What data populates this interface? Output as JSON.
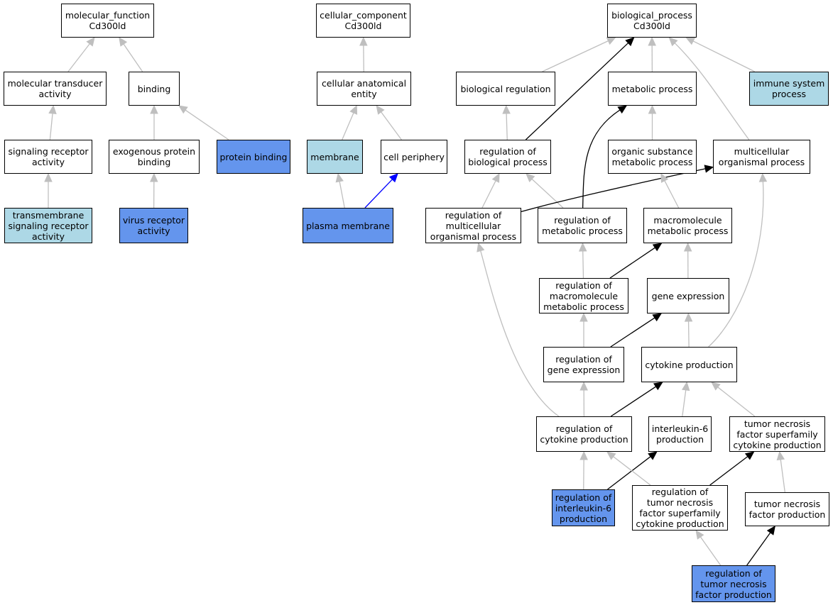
{
  "colors": {
    "default": "#ffffff",
    "light": "#add8e6",
    "dark": "#6495ed",
    "edge_gray": "#bfbfbf",
    "edge_black": "#000000",
    "edge_blue": "#0000ff"
  },
  "nodes": [
    {
      "id": "mf",
      "label": "molecular_function\nCd300ld",
      "fill": "default"
    },
    {
      "id": "cc",
      "label": "cellular_component\nCd300ld",
      "fill": "default"
    },
    {
      "id": "bp",
      "label": "biological_process\nCd300ld",
      "fill": "default"
    },
    {
      "id": "mta",
      "label": "molecular transducer\nactivity",
      "fill": "default"
    },
    {
      "id": "binding",
      "label": "binding",
      "fill": "default"
    },
    {
      "id": "cae",
      "label": "cellular anatomical\nentity",
      "fill": "default"
    },
    {
      "id": "breg",
      "label": "biological regulation",
      "fill": "default"
    },
    {
      "id": "metab",
      "label": "metabolic process",
      "fill": "default"
    },
    {
      "id": "imm",
      "label": "immune system\nprocess",
      "fill": "light"
    },
    {
      "id": "sra",
      "label": "signaling receptor\nactivity",
      "fill": "default"
    },
    {
      "id": "epb",
      "label": "exogenous protein\nbinding",
      "fill": "default"
    },
    {
      "id": "pb",
      "label": "protein binding",
      "fill": "dark"
    },
    {
      "id": "membrane",
      "label": "membrane",
      "fill": "light"
    },
    {
      "id": "cellp",
      "label": "cell periphery",
      "fill": "default"
    },
    {
      "id": "rbp",
      "label": "regulation of\nbiological process",
      "fill": "default"
    },
    {
      "id": "osmp",
      "label": "organic substance\nmetabolic process",
      "fill": "default"
    },
    {
      "id": "mcop",
      "label": "multicellular\norganismal process",
      "fill": "default"
    },
    {
      "id": "tsra",
      "label": "transmembrane\nsignaling receptor\nactivity",
      "fill": "light"
    },
    {
      "id": "vra",
      "label": "virus receptor\nactivity",
      "fill": "dark"
    },
    {
      "id": "pm",
      "label": "plasma membrane",
      "fill": "dark"
    },
    {
      "id": "rmop",
      "label": "regulation of\nmulticellular\norganismal process",
      "fill": "default"
    },
    {
      "id": "rmp",
      "label": "regulation of\nmetabolic process",
      "fill": "default"
    },
    {
      "id": "mmp",
      "label": "macromolecule\nmetabolic process",
      "fill": "default"
    },
    {
      "id": "rmmp",
      "label": "regulation of\nmacromolecule\nmetabolic process",
      "fill": "default"
    },
    {
      "id": "ge",
      "label": "gene expression",
      "fill": "default"
    },
    {
      "id": "rge",
      "label": "regulation of\ngene expression",
      "fill": "default"
    },
    {
      "id": "cp",
      "label": "cytokine production",
      "fill": "default"
    },
    {
      "id": "rcp",
      "label": "regulation of\ncytokine production",
      "fill": "default"
    },
    {
      "id": "il6p",
      "label": "interleukin-6\nproduction",
      "fill": "default"
    },
    {
      "id": "tnfsfcp",
      "label": "tumor necrosis\nfactor superfamily\ncytokine production",
      "fill": "default"
    },
    {
      "id": "ril6",
      "label": "regulation of\ninterleukin-6\nproduction",
      "fill": "dark"
    },
    {
      "id": "rtnfsf",
      "label": "regulation of\ntumor necrosis\nfactor superfamily\ncytokine production",
      "fill": "default"
    },
    {
      "id": "tnfp",
      "label": "tumor necrosis\nfactor production",
      "fill": "default"
    },
    {
      "id": "rtnfp",
      "label": "regulation of\ntumor necrosis\nfactor production",
      "fill": "dark"
    }
  ],
  "edges": [
    {
      "from": "mta",
      "to": "mf",
      "color": "edge_gray"
    },
    {
      "from": "binding",
      "to": "mf",
      "color": "edge_gray"
    },
    {
      "from": "sra",
      "to": "mta",
      "color": "edge_gray"
    },
    {
      "from": "epb",
      "to": "binding",
      "color": "edge_gray"
    },
    {
      "from": "pb",
      "to": "binding",
      "color": "edge_gray"
    },
    {
      "from": "tsra",
      "to": "sra",
      "color": "edge_gray"
    },
    {
      "from": "vra",
      "to": "epb",
      "color": "edge_gray"
    },
    {
      "from": "cae",
      "to": "cc",
      "color": "edge_gray"
    },
    {
      "from": "membrane",
      "to": "cae",
      "color": "edge_gray"
    },
    {
      "from": "cellp",
      "to": "cae",
      "color": "edge_gray"
    },
    {
      "from": "pm",
      "to": "membrane",
      "color": "edge_gray"
    },
    {
      "from": "pm",
      "to": "cellp",
      "color": "edge_blue"
    },
    {
      "from": "breg",
      "to": "bp",
      "color": "edge_gray"
    },
    {
      "from": "rbp",
      "to": "bp",
      "color": "edge_black"
    },
    {
      "from": "metab",
      "to": "bp",
      "color": "edge_gray"
    },
    {
      "from": "mcop",
      "to": "bp",
      "color": "edge_gray"
    },
    {
      "from": "imm",
      "to": "bp",
      "color": "edge_gray"
    },
    {
      "from": "rbp",
      "to": "breg",
      "color": "edge_gray"
    },
    {
      "from": "osmp",
      "to": "metab",
      "color": "edge_gray"
    },
    {
      "from": "rmp",
      "to": "metab",
      "color": "edge_black"
    },
    {
      "from": "rmop",
      "to": "rbp",
      "color": "edge_gray"
    },
    {
      "from": "rmp",
      "to": "rbp",
      "color": "edge_gray"
    },
    {
      "from": "rmop",
      "to": "mcop",
      "color": "edge_black"
    },
    {
      "from": "mmp",
      "to": "osmp",
      "color": "edge_gray"
    },
    {
      "from": "rmmp",
      "to": "rmp",
      "color": "edge_gray"
    },
    {
      "from": "rmmp",
      "to": "mmp",
      "color": "edge_black"
    },
    {
      "from": "ge",
      "to": "mmp",
      "color": "edge_gray"
    },
    {
      "from": "rge",
      "to": "rmmp",
      "color": "edge_gray"
    },
    {
      "from": "rge",
      "to": "ge",
      "color": "edge_black"
    },
    {
      "from": "cp",
      "to": "ge",
      "color": "edge_gray"
    },
    {
      "from": "cp",
      "to": "mcop",
      "color": "edge_gray"
    },
    {
      "from": "rcp",
      "to": "rmop",
      "color": "edge_gray"
    },
    {
      "from": "rcp",
      "to": "rge",
      "color": "edge_gray"
    },
    {
      "from": "rcp",
      "to": "cp",
      "color": "edge_black"
    },
    {
      "from": "il6p",
      "to": "cp",
      "color": "edge_gray"
    },
    {
      "from": "tnfsfcp",
      "to": "cp",
      "color": "edge_gray"
    },
    {
      "from": "ril6",
      "to": "rcp",
      "color": "edge_gray"
    },
    {
      "from": "ril6",
      "to": "il6p",
      "color": "edge_black"
    },
    {
      "from": "rtnfsf",
      "to": "rcp",
      "color": "edge_gray"
    },
    {
      "from": "rtnfsf",
      "to": "tnfsfcp",
      "color": "edge_black"
    },
    {
      "from": "tnfp",
      "to": "tnfsfcp",
      "color": "edge_gray"
    },
    {
      "from": "rtnfp",
      "to": "rtnfsf",
      "color": "edge_gray"
    },
    {
      "from": "rtnfp",
      "to": "tnfp",
      "color": "edge_black"
    }
  ]
}
